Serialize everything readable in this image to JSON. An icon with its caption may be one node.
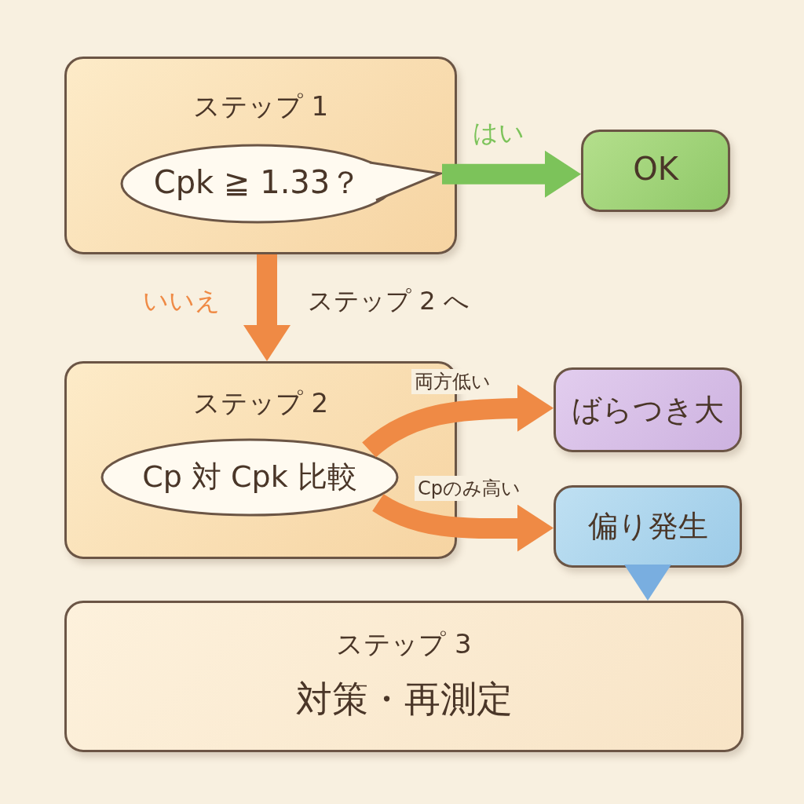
{
  "diagram": {
    "nodes": [
      {
        "text": [
          "ステップ 1"
        ]
      },
      {
        "text": [
          "Cpk ≧ 1.33？"
        ],
        "in": 0
      },
      {
        "text": [
          "OK"
        ]
      },
      {
        "text": [
          "ステップ 2"
        ]
      },
      {
        "text": [
          "Cp 対 Cpk 比較"
        ],
        "in": 3
      },
      {
        "text": [
          "ばらつき大"
        ]
      },
      {
        "text": [
          "偏り発生"
        ]
      },
      {
        "text": [
          "ステップ 3",
          "対策・再測定"
        ]
      }
    ],
    "edges": [
      {
        "from": 1,
        "to": 2,
        "arrow": "to",
        "label": "はい",
        "color": "#7cc35a"
      },
      {
        "from": 0,
        "to": 3,
        "arrow": "to",
        "label": "いいえ"
      },
      {
        "from": 4,
        "to": 5,
        "arrow": "to",
        "label": "両方低い"
      },
      {
        "from": 4,
        "to": 6,
        "arrow": "to",
        "label": "Cpのみ高い"
      },
      {
        "from": 6,
        "to": 7,
        "arrow": "to",
        "color": "#79aee0"
      }
    ],
    "labels": [
      "ステップ 2 へ"
    ]
  }
}
